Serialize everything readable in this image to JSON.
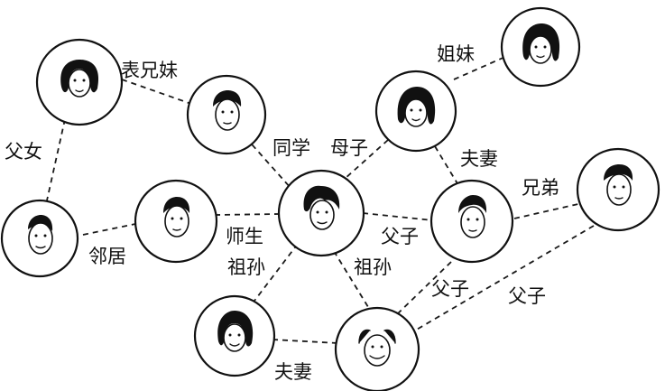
{
  "relations": {
    "cousins": "表兄妹",
    "sisters": "姐妹",
    "father_daughter": "父女",
    "classmates": "同学",
    "mother_son": "母子",
    "spouses_top": "夫妻",
    "brothers": "兄弟",
    "neighbors": "邻居",
    "teacher_student": "师生",
    "father_son_center": "父子",
    "grandparent_left": "祖孙",
    "grandparent_right": "祖孙",
    "father_son_lower": "父子",
    "father_son_far": "父子",
    "spouses_bottom": "夫妻"
  },
  "colors": {
    "line": "#1a1a1a",
    "circle_stroke": "#111111",
    "background": "#ffffff"
  }
}
